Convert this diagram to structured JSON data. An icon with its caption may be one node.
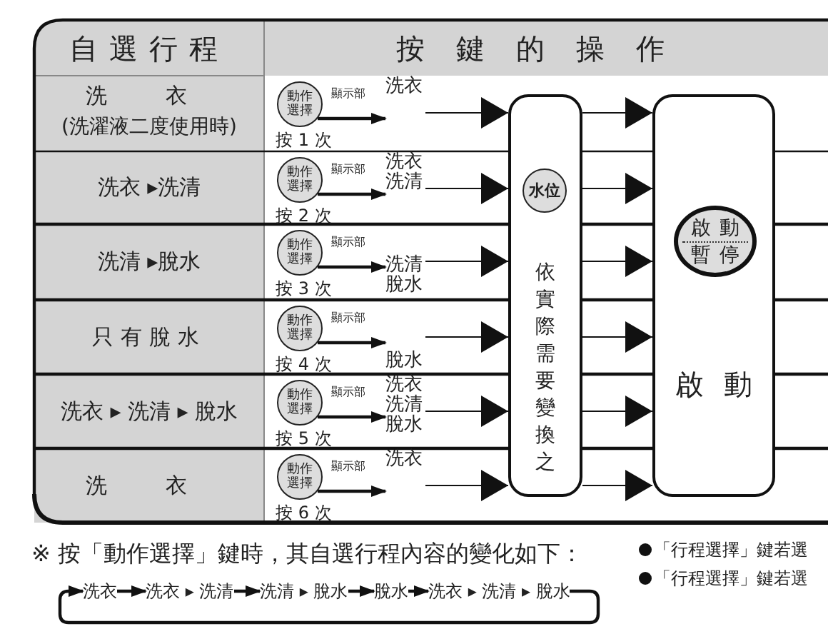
{
  "diagram": {
    "nodes": [
      {
        "text": [
          "動作選擇"
        ],
        "beside": [
          "按 1 次"
        ]
      },
      {
        "text": [
          "動作選擇"
        ],
        "beside": [
          "按 2 次"
        ]
      },
      {
        "text": [
          "動作選擇"
        ],
        "beside": [
          "按 3 次"
        ]
      },
      {
        "text": [
          "動作選擇"
        ],
        "beside": [
          "按 4 次"
        ]
      },
      {
        "text": [
          "動作選擇"
        ],
        "beside": [
          "按 5 次"
        ]
      },
      {
        "text": [
          "動作選擇"
        ],
        "beside": [
          "按 6 次"
        ]
      },
      {
        "text": [
          "洗衣"
        ]
      },
      {
        "text": [
          "洗衣洗清"
        ]
      },
      {
        "text": [
          "洗清脫水"
        ]
      },
      {
        "text": [
          "脫水"
        ]
      },
      {
        "text": [
          "洗衣洗清脫水"
        ]
      },
      {
        "text": [
          "洗衣"
        ]
      },
      {
        "text": [
          "依實際需要變換之"
        ]
      },
      {
        "text": [
          "水位"
        ],
        "in": 12
      },
      {
        "text": [
          "啟動"
        ]
      },
      {
        "text": [
          "啟動",
          "暫停"
        ],
        "in": 14
      },
      {
        "text": [
          "洗衣"
        ]
      },
      {
        "text": [
          "洗衣 ▸ 洗清"
        ]
      },
      {
        "text": [
          "洗清 ▸ 脫水"
        ]
      },
      {
        "text": [
          "脫水"
        ]
      },
      {
        "text": [
          "洗衣 ▸ 洗清 ▸ 脫水"
        ]
      }
    ],
    "edges": [
      {
        "from": 0,
        "to": 6,
        "arrow": "to",
        "label": "顯示部"
      },
      {
        "from": 1,
        "to": 7,
        "arrow": "to",
        "label": "顯示部"
      },
      {
        "from": 2,
        "to": 8,
        "arrow": "to",
        "label": "顯示部"
      },
      {
        "from": 3,
        "to": 9,
        "arrow": "to",
        "label": "顯示部"
      },
      {
        "from": 4,
        "to": 10,
        "arrow": "to",
        "label": "顯示部"
      },
      {
        "from": 5,
        "to": 11,
        "arrow": "to",
        "label": "顯示部"
      },
      {
        "from": 6,
        "to": 12,
        "arrow": "to"
      },
      {
        "from": 7,
        "to": 12,
        "arrow": "to"
      },
      {
        "from": 8,
        "to": 12,
        "arrow": "to"
      },
      {
        "from": 9,
        "to": 12,
        "arrow": "to"
      },
      {
        "from": 10,
        "to": 12,
        "arrow": "to"
      },
      {
        "from": 11,
        "to": 12,
        "arrow": "to"
      },
      {
        "from": 12,
        "to": 14,
        "arrow": "to"
      },
      {
        "from": 12,
        "to": 14,
        "arrow": "to"
      },
      {
        "from": 12,
        "to": 14,
        "arrow": "to"
      },
      {
        "from": 12,
        "to": 14,
        "arrow": "to"
      },
      {
        "from": 12,
        "to": 14,
        "arrow": "to"
      },
      {
        "from": 12,
        "to": 14,
        "arrow": "to"
      },
      {
        "from": 16,
        "to": 17,
        "arrow": "to"
      },
      {
        "from": 17,
        "to": 18,
        "arrow": "to"
      },
      {
        "from": 18,
        "to": 19,
        "arrow": "to"
      },
      {
        "from": 19,
        "to": 20,
        "arrow": "to"
      },
      {
        "from": 20,
        "to": 16,
        "arrow": "to"
      }
    ],
    "labels": [
      "自選行程",
      "按鍵的操作",
      "洗 衣",
      "(洗濯液二度使用時)",
      "洗衣 ▸洗清",
      "洗清 ▸脫水",
      "只有脫水",
      "洗衣 ▸ 洗清 ▸ 脫水",
      "洗 衣",
      "※ 按「動作選擇」鍵時，其自選行程內容的變化如下：",
      "「行程選擇」鍵若選",
      "「行程選擇」鍵若選"
    ]
  }
}
